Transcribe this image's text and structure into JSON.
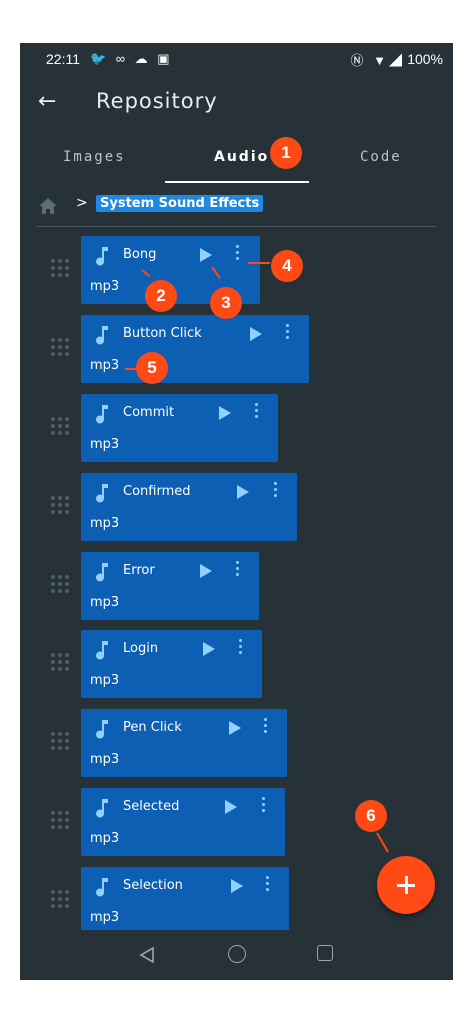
{
  "status": {
    "time": "22:11",
    "battery": "100%"
  },
  "appbar": {
    "title": "Repository"
  },
  "tabs": [
    {
      "label": "Images"
    },
    {
      "label": "Audio"
    },
    {
      "label": "Code"
    }
  ],
  "breadcrumb": {
    "current": "System Sound Effects"
  },
  "files": [
    {
      "name": "Bong",
      "type": "mp3"
    },
    {
      "name": "Button Click",
      "type": "mp3"
    },
    {
      "name": "Commit",
      "type": "mp3"
    },
    {
      "name": "Confirmed",
      "type": "mp3"
    },
    {
      "name": "Error",
      "type": "mp3"
    },
    {
      "name": "Login",
      "type": "mp3"
    },
    {
      "name": "Pen Click",
      "type": "mp3"
    },
    {
      "name": "Selected",
      "type": "mp3"
    },
    {
      "name": "Selection",
      "type": "mp3"
    }
  ],
  "annotations": [
    "1",
    "2",
    "3",
    "4",
    "5",
    "6"
  ],
  "colors": {
    "accent": "#ff4a16",
    "card": "#0d5fb3",
    "background": "#263238",
    "chip": "#1e88e5",
    "icon": "#8fd2ff"
  },
  "icons": {
    "back": "arrow-left-icon",
    "home": "home-icon",
    "file": "music-note-icon",
    "play": "play-icon",
    "more": "more-vertical-icon",
    "drag": "drag-handle-icon",
    "fab": "plus-icon"
  }
}
